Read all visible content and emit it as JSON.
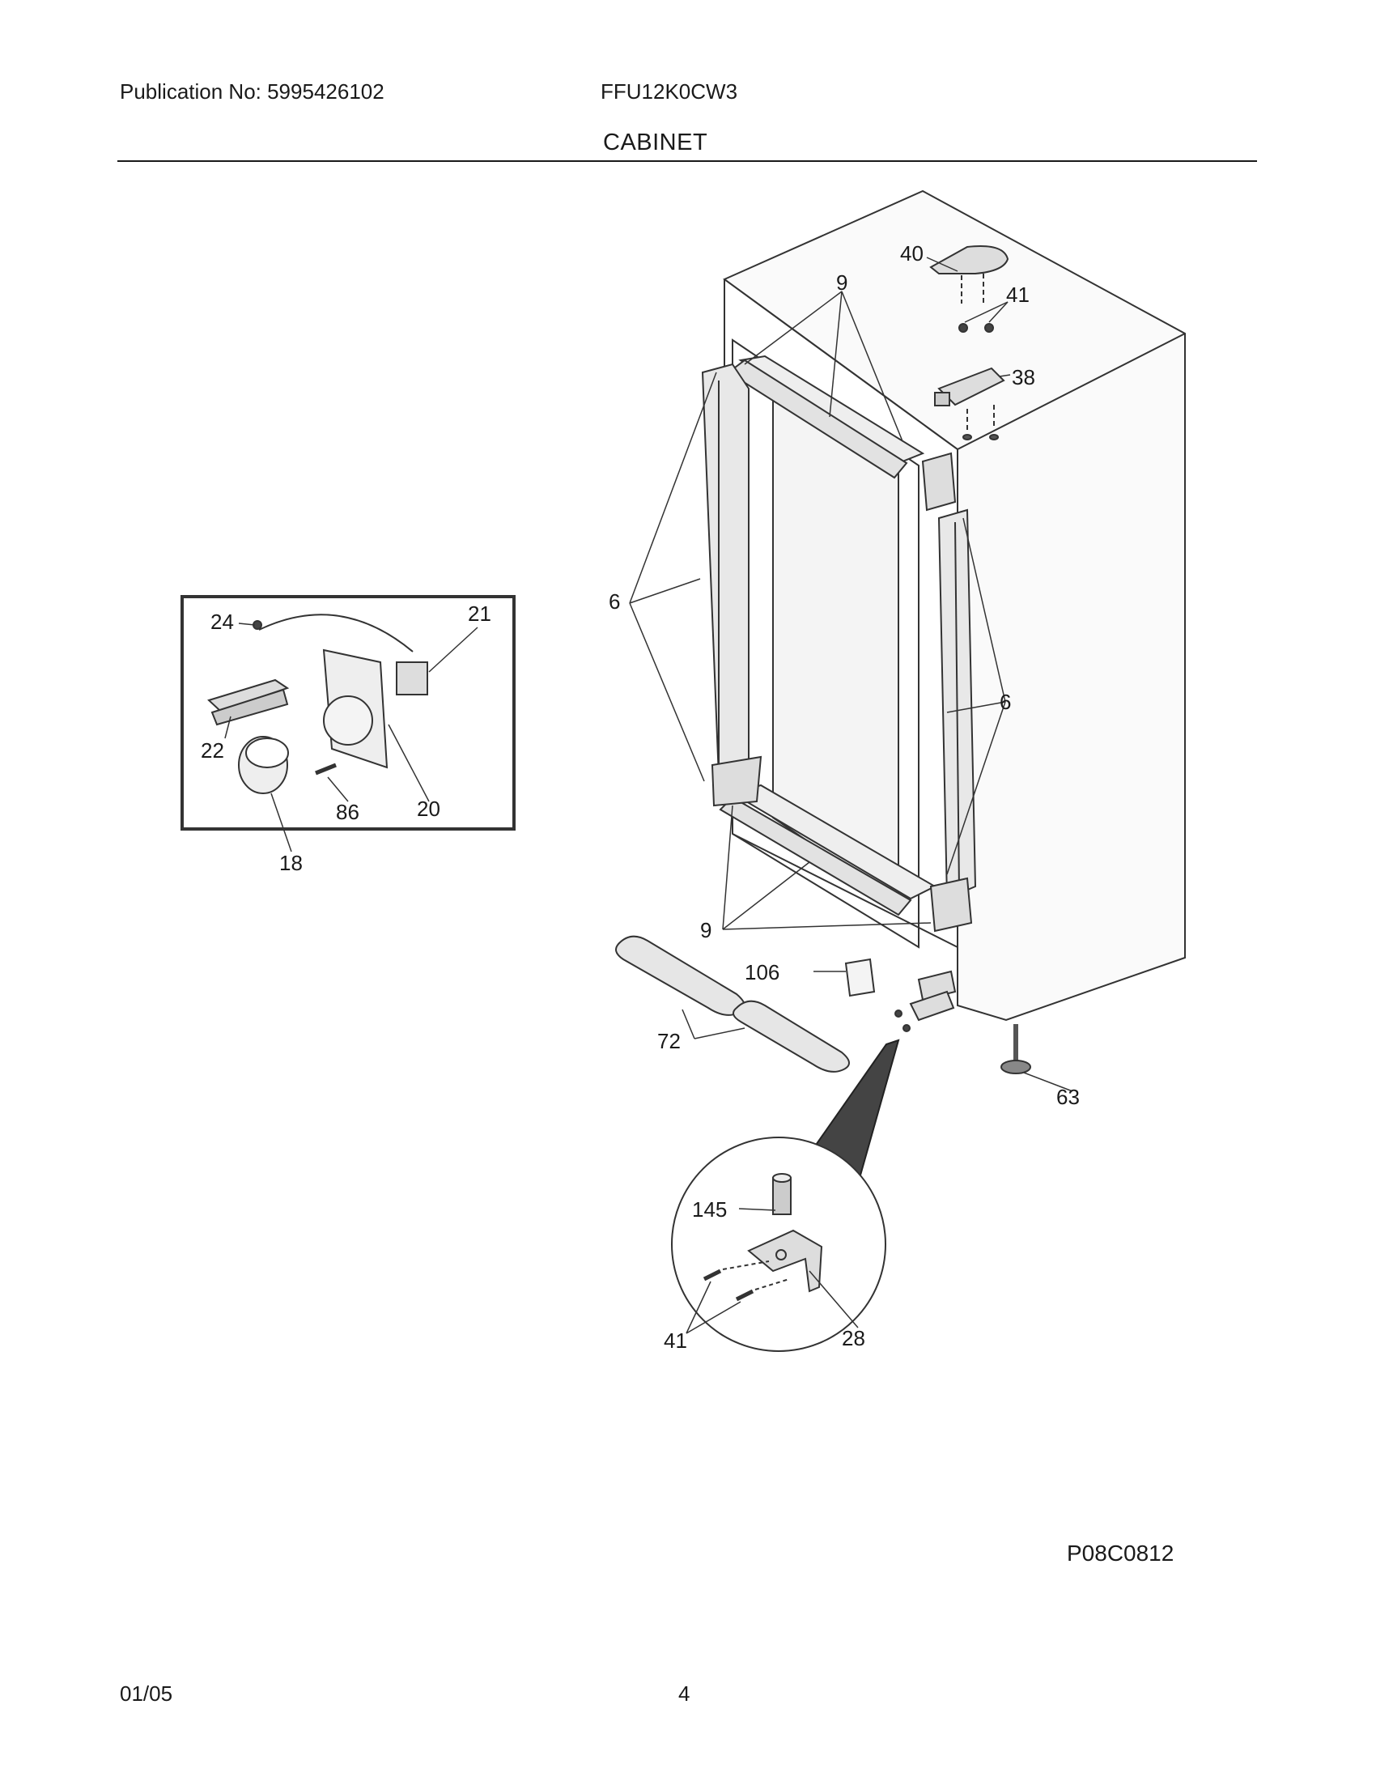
{
  "header": {
    "publication": "Publication No: 5995426102",
    "model": "FFU12K0CW3",
    "section_title": "CABINET"
  },
  "diagram": {
    "callouts": {
      "c40": "40",
      "c41_top": "41",
      "c38": "38",
      "c9_top": "9",
      "c6_left": "6",
      "c6_right": "6",
      "c9_bottom": "9",
      "c106": "106",
      "c72": "72",
      "c63": "63",
      "c145": "145",
      "c41_bottom": "41",
      "c28": "28",
      "c24": "24",
      "c21": "21",
      "c22": "22",
      "c86": "86",
      "c20": "20",
      "c18": "18"
    }
  },
  "footer": {
    "diagram_code": "P08C0812",
    "date": "01/05",
    "page": "4"
  }
}
